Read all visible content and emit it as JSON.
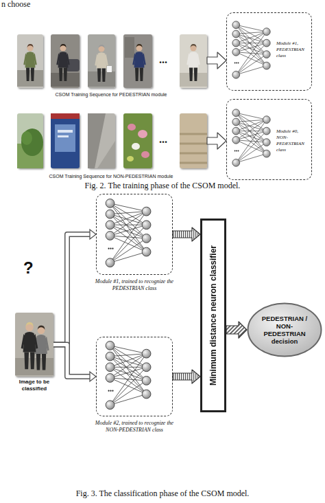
{
  "diagram": {
    "nodes": [
      {
        "text": [
          "CSOM Training Sequence for PEDESTRIAN module"
        ]
      },
      {
        "text": [
          "Module #1, PEDESTRIAN class"
        ]
      },
      {
        "text": [
          "CSOM Training Sequence for NON-PEDESTRIAN module"
        ]
      },
      {
        "text": [
          "Module #0, NON-PEDESTRIAN class"
        ]
      },
      {
        "text": [
          "Image to be classified"
        ]
      },
      {
        "text": [
          "Module #1, trained to recognize the PEDESTRIAN class"
        ]
      },
      {
        "text": [
          "Module #2, trained to recognize the NON-PEDESTRIAN class"
        ]
      },
      {
        "text": [
          "Minimum distance neuron classifier"
        ]
      },
      {
        "text": [
          "PEDESTRIAN / NON-PEDESTRIAN decision"
        ]
      }
    ],
    "edges": [
      {
        "from": 0,
        "to": 1,
        "arrow": "to"
      },
      {
        "from": 2,
        "to": 3,
        "arrow": "to"
      },
      {
        "from": 4,
        "to": 5,
        "arrow": "to"
      },
      {
        "from": 4,
        "to": 6,
        "arrow": "to"
      },
      {
        "from": 5,
        "to": 7,
        "arrow": "to"
      },
      {
        "from": 6,
        "to": 7,
        "arrow": "to"
      },
      {
        "from": 7,
        "to": 8,
        "arrow": "to"
      }
    ],
    "labels": [
      "n choose",
      "...",
      "...",
      "Fig. 2. The training phase of the CSOM model.",
      "?",
      "Fig. 3. The classification phase of the CSOM model."
    ]
  }
}
